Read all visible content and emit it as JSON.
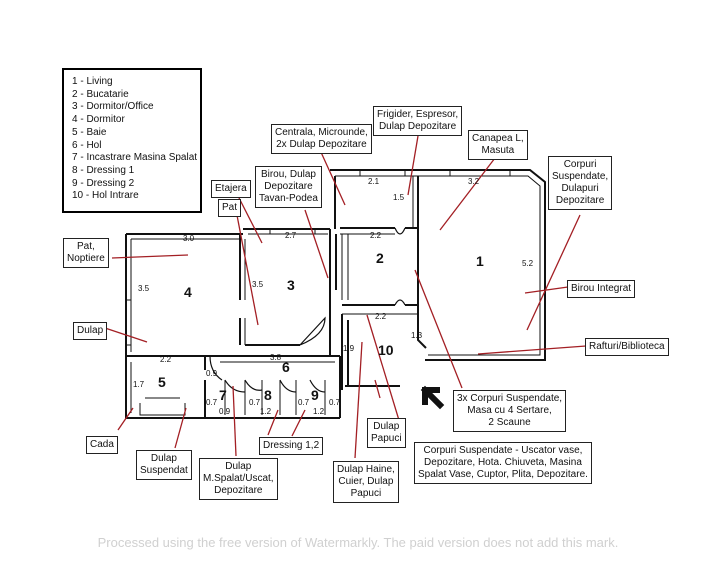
{
  "legend": [
    "1 - Living",
    "2 - Bucatarie",
    "3 - Dormitor/Office",
    "4 - Dormitor",
    "5 - Baie",
    "6 - Hol",
    "7 - Incastrare Masina Spalat",
    "8 - Dressing 1",
    "9 - Dressing 2",
    "10 - Hol Intrare"
  ],
  "room_numbers": {
    "r1": "1",
    "r2": "2",
    "r3": "3",
    "r4": "4",
    "r5": "5",
    "r6": "6",
    "r7": "7",
    "r8": "8",
    "r9": "9",
    "r10": "10"
  },
  "dimensions": {
    "d_2_1": "2.1",
    "d_3_2": "3.2",
    "d_1_5": "1.5",
    "d_2_2_kitchen": "2.2",
    "d_3_0": "3.0",
    "d_2_7": "2.7",
    "d_3_5_left": "3.5",
    "d_3_5_mid": "3.5",
    "d_5_2": "5.2",
    "d_2_2_hall": "2.2",
    "d_1_3": "1.3",
    "d_2_2_bath": "2.2",
    "d_3_8": "3.8",
    "d_1_9": "1.9",
    "d_1_7": "1.7",
    "d_0_9_a": "0.9",
    "d_0_7_a": "0.7",
    "d_0_9_b": "0.9",
    "d_0_7_b": "0.7",
    "d_1_2_a": "1.2",
    "d_0_7_c": "0.7",
    "d_1_2_b": "1.2",
    "d_0_7_d": "0.7"
  },
  "labels": {
    "centrala": "Centrala, Microunde,\n2x Dulap Depozitare",
    "frigider": "Frigider, Espresor,\nDulap Depozitare",
    "canapea": "Canapea L,\nMasuta",
    "corpuri_suspendate": "Corpuri\nSuspendate,\nDulapuri\nDepozitare",
    "birou_dulap": "Birou, Dulap\nDepozitare\nTavan-Podea",
    "etajera": "Etajera",
    "pat": "Pat",
    "pat_noptiere": "Pat,\nNoptiere",
    "birou_integrat": "Birou Integrat",
    "dulap": "Dulap",
    "rafturi": "Rafturi/Biblioteca",
    "corpuri_masa": "3x Corpuri Suspendate,\nMasa cu 4 Sertare,\n2 Scaune",
    "dulap_papuci": "Dulap\nPapuci",
    "corpuri_uscator": "Corpuri Suspendate - Uscator vase,\nDepozitare, Hota. Chiuveta, Masina\nSpalat Vase, Cuptor, Plita, Depozitare.",
    "cada": "Cada",
    "dulap_suspendat": "Dulap\nSuspendat",
    "dulap_masina": "Dulap\nM.Spalat/Uscat,\nDepozitare",
    "dressing": "Dressing 1,2",
    "dulap_haine": "Dulap Haine,\nCuier, Dulap\nPapuci"
  },
  "watermark": "Processed using the free version of Watermarkly. The paid version does not add this mark.",
  "colors": {
    "leader": "#a31f24",
    "wall": "#111111",
    "label_border": "#222222"
  }
}
